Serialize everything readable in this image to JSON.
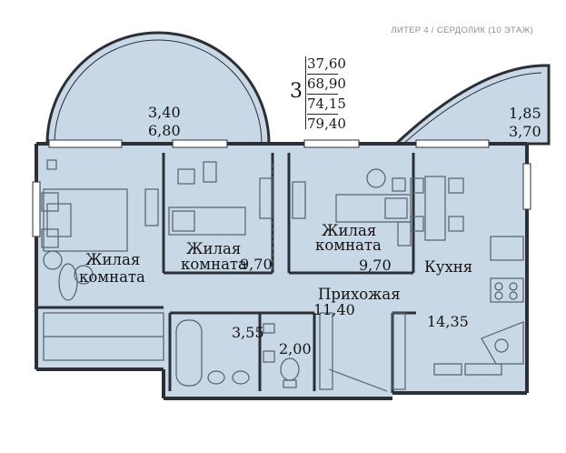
{
  "header": "ЛИТЕР 4 / СЕРДОЛИК (10 ЭТАЖ)",
  "summary": {
    "rooms": "3",
    "areas": [
      "37,60",
      "68,90",
      "74,15",
      "79,40"
    ]
  },
  "balconies": {
    "left": {
      "area1": "3,40",
      "area2": "6,80"
    },
    "right": {
      "area1": "1,85",
      "area2": "3,70"
    }
  },
  "rooms": {
    "living_left": {
      "label_line1": "Жилая",
      "label_line2": "комната"
    },
    "living_middle": {
      "label_line1": "Жилая",
      "label_line2": "комната",
      "area": "9,70"
    },
    "living_right": {
      "label_line1": "Жилая",
      "label_line2": "комната",
      "area": "9,70"
    },
    "kitchen": {
      "label": "Кухня",
      "area": "14,35"
    },
    "hallway": {
      "label": "Прихожая",
      "area": "11,40"
    },
    "bathroom": {
      "area": "3,55"
    },
    "toilet": {
      "area": "2,00"
    }
  },
  "colors": {
    "floor": "#c9d8e6",
    "wall": "#2b2f36",
    "furniture": "#55606c",
    "header": "#8a8f96"
  }
}
